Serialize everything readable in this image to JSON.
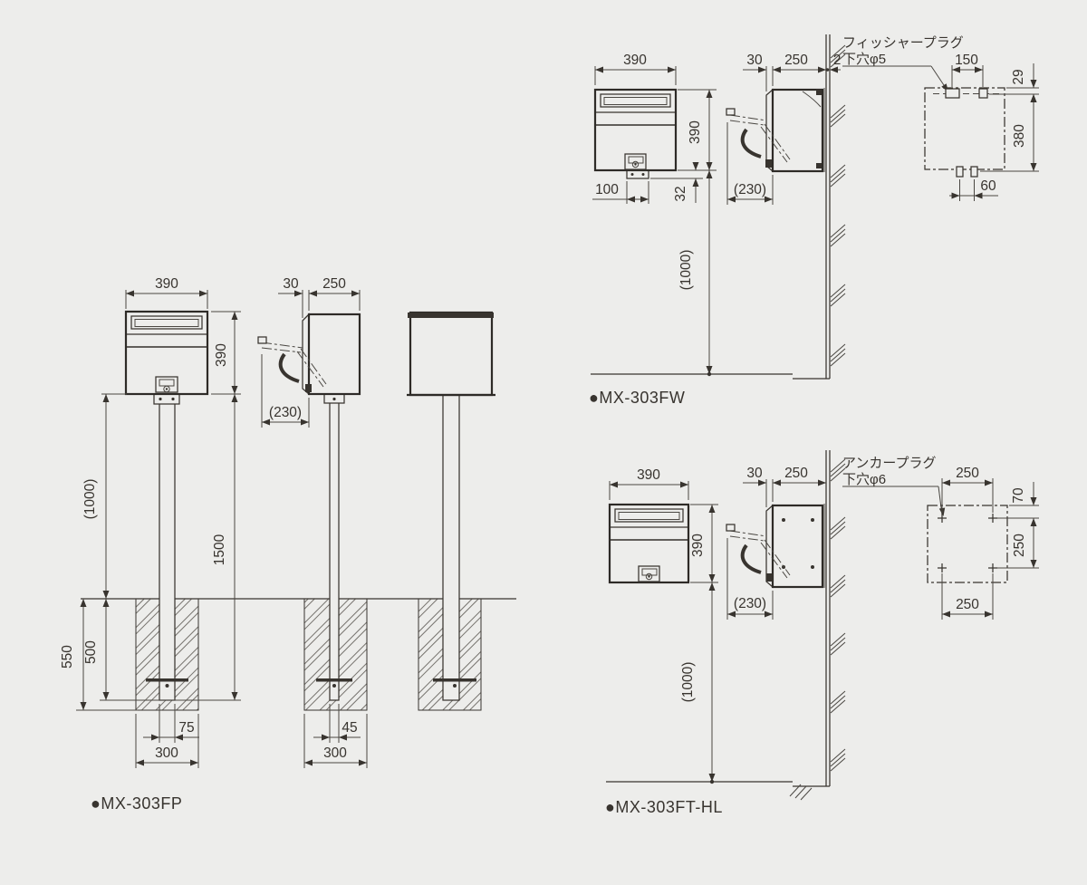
{
  "page": {
    "background": "#EDEDEB",
    "ink": "#38342F",
    "hatch": "#75726D"
  },
  "products": {
    "fp": {
      "label": "●MX-303FP"
    },
    "fw": {
      "label": "●MX-303FW"
    },
    "ft": {
      "label": "●MX-303FT-HL"
    }
  },
  "fp_dims": {
    "front_width": "390",
    "front_height": "390",
    "door": "30",
    "depth": "250",
    "door_open": "(230)",
    "above_ground": "(1000)",
    "pole_length": "1500",
    "pit_depth": "550",
    "embed_depth": "500",
    "pole_width_front": "75",
    "footing_width_front": "300",
    "pole_width_side": "45",
    "footing_width_side": "300"
  },
  "fw_dims": {
    "front_width": "390",
    "front_height": "390",
    "bracket_width": "100",
    "bracket_drop": "32",
    "door": "30",
    "depth": "250",
    "wall_gap": "2",
    "door_open": "(230)",
    "above_ground": "(1000)",
    "note_line1": "フィッシャープラグ",
    "note_line2": "下穴φ5",
    "hole_pitch_top": "150",
    "hole_top_offset": "29",
    "hole_span": "380",
    "hole_pitch_bottom": "60"
  },
  "ft_dims": {
    "front_width": "390",
    "front_height": "390",
    "door": "30",
    "depth": "250",
    "door_open": "(230)",
    "above_ground": "(1000)",
    "note_line1": "アンカープラグ",
    "note_line2": "下穴φ6",
    "hole_pitch_top": "250",
    "hole_top_offset": "70",
    "hole_pitch_side": "250",
    "hole_pitch_bottom": "250"
  }
}
